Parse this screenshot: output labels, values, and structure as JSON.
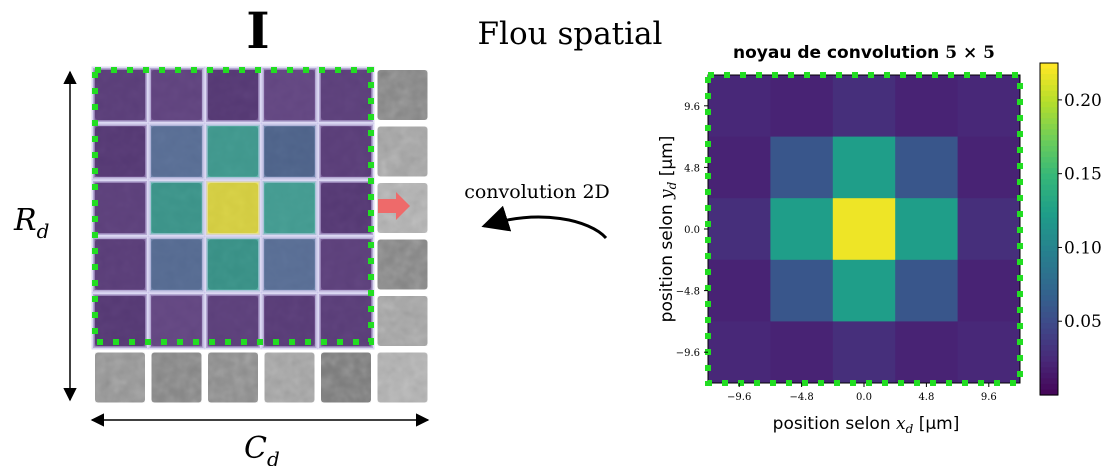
{
  "left": {
    "title": "I",
    "row_label_main": "R",
    "row_label_sub": "d",
    "col_label_main": "C",
    "col_label_sub": "d"
  },
  "middle": {
    "title": "Flou spatial",
    "arrow_label": "convolution 2D"
  },
  "kernel_overlay_values": [
    [
      0.02,
      0.02,
      0.02,
      0.02,
      0.02
    ],
    [
      0.02,
      0.06,
      0.12,
      0.06,
      0.02
    ],
    [
      0.02,
      0.12,
      0.22,
      0.12,
      0.02
    ],
    [
      0.02,
      0.06,
      0.12,
      0.06,
      0.02
    ],
    [
      0.02,
      0.02,
      0.02,
      0.02,
      0.02
    ]
  ],
  "chart_data": {
    "type": "heatmap",
    "title_prefix": "noyau de convolution",
    "title_size": "5 × 5",
    "xlabel_prefix": "position selon ",
    "xlabel_var": "x",
    "xlabel_sub": "d",
    "xlabel_unit": " [μm]",
    "ylabel_prefix": "position selon ",
    "ylabel_var": "y",
    "ylabel_sub": "d",
    "ylabel_unit": " [μm]",
    "x_ticks": [
      "−9.6",
      "−4.8",
      "0.0",
      "4.8",
      "9.6"
    ],
    "y_ticks": [
      "9.6",
      "4.8",
      "0.0",
      "−4.8",
      "−9.6"
    ],
    "values": [
      [
        0.025,
        0.022,
        0.03,
        0.022,
        0.025
      ],
      [
        0.022,
        0.06,
        0.125,
        0.06,
        0.022
      ],
      [
        0.03,
        0.125,
        0.22,
        0.125,
        0.03
      ],
      [
        0.022,
        0.06,
        0.125,
        0.06,
        0.022
      ],
      [
        0.025,
        0.022,
        0.03,
        0.022,
        0.025
      ]
    ],
    "vmin": 0.0,
    "vmax": 0.225,
    "colorbar_ticks": [
      {
        "value": 0.05,
        "label": "0.05"
      },
      {
        "value": 0.1,
        "label": "0.10"
      },
      {
        "value": 0.15,
        "label": "0.15"
      },
      {
        "value": 0.2,
        "label": "0.20"
      }
    ],
    "colormap": "viridis",
    "border_color": "#22dd22"
  }
}
